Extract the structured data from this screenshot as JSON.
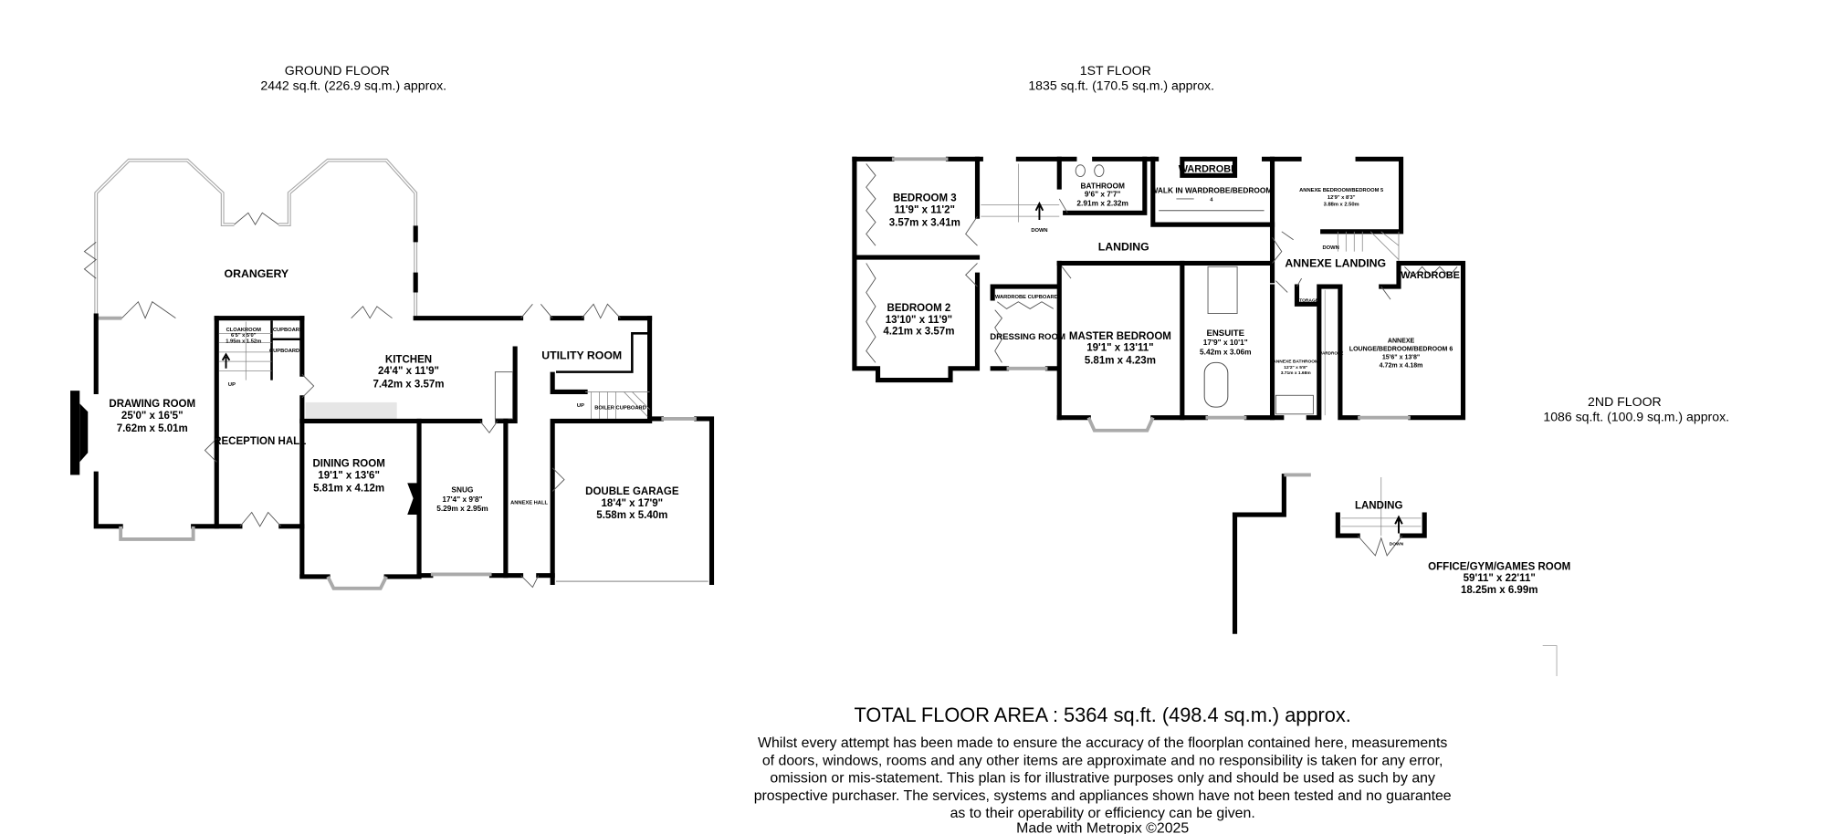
{
  "floors": {
    "ground": {
      "title": "GROUND FLOOR",
      "area": "2442 sq.ft. (226.9 sq.m.) approx.",
      "rooms": {
        "orangery": {
          "name": "ORANGERY"
        },
        "cloakroom": {
          "name": "CLOAKROOM",
          "imperial": "6'5\" x 5'0\"",
          "metric": "1.95m x 1.52m"
        },
        "cupboard1": {
          "name": "CUPBOARD"
        },
        "cupboard2": {
          "name": "CUPBOARD"
        },
        "drawing": {
          "name": "DRAWING ROOM",
          "imperial": "25'0\"  x 16'5\"",
          "metric": "7.62m  x 5.01m"
        },
        "reception": {
          "name": "RECEPTION HALL"
        },
        "kitchen": {
          "name": "KITCHEN",
          "imperial": "24'4\"  x 11'9\"",
          "metric": "7.42m  x 3.57m"
        },
        "utility": {
          "name": "UTILITY ROOM"
        },
        "boiler": {
          "name": "BOILER CUPBOARD"
        },
        "dining": {
          "name": "DINING ROOM",
          "imperial": "19'1\"  x 13'6\"",
          "metric": "5.81m  x 4.12m"
        },
        "snug": {
          "name": "SNUG",
          "imperial": "17'4\"  x 9'8\"",
          "metric": "5.29m  x 2.95m"
        },
        "annexe_hall": {
          "name": "ANNEXE HALL"
        },
        "garage": {
          "name": "DOUBLE GARAGE",
          "imperial": "18'4\"  x 17'9\"",
          "metric": "5.58m  x 5.40m"
        }
      },
      "stair_label": "UP",
      "stair_label2": "UP"
    },
    "first": {
      "title": "1ST FLOOR",
      "area": "1835 sq.ft. (170.5 sq.m.) approx.",
      "rooms": {
        "bedroom3": {
          "name": "BEDROOM 3",
          "imperial": "11'9\"  x 11'2\"",
          "metric": "3.57m  x 3.41m"
        },
        "bathroom": {
          "name": "BATHROOM",
          "imperial": "9'6\"  x 7'7\"",
          "metric": "2.91m  x 2.32m"
        },
        "wardrobe1": {
          "name": "WARDROBE"
        },
        "walkin": {
          "name": "WALK IN WARDROBE/BEDROOM",
          "line2": "4"
        },
        "annexe_bed": {
          "name": "ANNEXE BEDROOM/BEDROOM 5",
          "imperial": "12'9\"  x 8'3\"",
          "metric": "3.88m  x 2.50m"
        },
        "landing": {
          "name": "LANDING"
        },
        "annexe_landing": {
          "name": "ANNEXE LANDING"
        },
        "wardrobe2": {
          "name": "WARDROBE"
        },
        "bedroom2": {
          "name": "BEDROOM 2",
          "imperial": "13'10\"  x 11'9\"",
          "metric": "4.21m  x 3.57m"
        },
        "wardrobe_cupboard": {
          "name": "WARDROBE CUPBOARD"
        },
        "dressing": {
          "name": "DRESSING ROOM"
        },
        "master": {
          "name": "MASTER BEDROOM",
          "imperial": "19'1\"  x 13'11\"",
          "metric": "5.81m  x 4.23m"
        },
        "ensuite": {
          "name": "ENSUITE",
          "imperial": "17'9\"  x 10'1\"",
          "metric": "5.42m  x 3.06m"
        },
        "storage": {
          "name": "STORAGE"
        },
        "annexe_bath": {
          "name": "ANNEXE BATHROOM",
          "imperial": "12'2\"  x 5'8\"",
          "metric": "3.71m  x 1.68m"
        },
        "wardrobe3": {
          "name": "WARDROBE"
        },
        "annexe_lounge": {
          "name": "ANNEXE",
          "line2": "LOUNGE/BEDROOM/BEDROOM 6",
          "imperial": "15'6\"  x 13'8\"",
          "metric": "4.72m  x 4.18m"
        }
      },
      "stair_label": "DOWN",
      "stair_label2": "DOWN"
    },
    "second": {
      "title": "2ND FLOOR",
      "area": "1086 sq.ft. (100.9 sq.m.) approx.",
      "rooms": {
        "landing": {
          "name": "LANDING"
        },
        "office": {
          "name": "OFFICE/GYM/GAMES ROOM",
          "imperial": "59'11\"  x 22'11\"",
          "metric": "18.25m  x 6.99m"
        }
      },
      "stair_label": "DOWN"
    }
  },
  "total": "TOTAL FLOOR AREA : 5364 sq.ft. (498.4 sq.m.) approx.",
  "disclaimer": [
    "Whilst every attempt has been made to ensure the accuracy of the floorplan contained here, measurements",
    "of doors, windows, rooms and any other items are approximate and no responsibility is taken for any error,",
    "omission or mis-statement. This plan is for illustrative purposes only and should be used as such by any",
    "prospective purchaser. The services, systems and appliances shown have not been tested and no guarantee",
    "as to their operability or efficiency can be given."
  ],
  "credit": "Made with Metropix ©2025",
  "colors": {
    "walls": "#000000",
    "windows": "#aaaaaa",
    "counter": "#e6e6e6"
  }
}
